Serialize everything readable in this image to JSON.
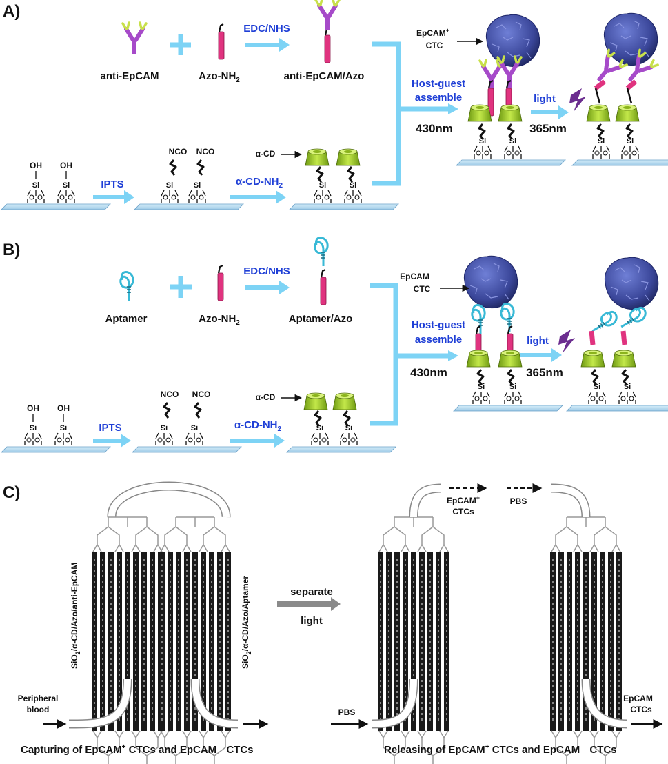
{
  "panels": [
    {
      "tag": "A)",
      "ligand": "anti-EpCAM",
      "linker": "Azo-NH",
      "coupling": "EDC/NHS",
      "conjugate": "anti-EpCAM/Azo",
      "cell_label_1": "EpCAM",
      "cell_sign": "+",
      "cell_label_2": "CTC"
    },
    {
      "tag": "B)",
      "ligand": "Aptamer",
      "linker": "Azo-NH",
      "coupling": "EDC/NHS",
      "conjugate": "Aptamer/Azo",
      "cell_label_1": "EpCAM",
      "cell_sign": "—",
      "cell_label_2": "CTC"
    }
  ],
  "shared": {
    "subscript_2": "2",
    "surface_oh": "OH",
    "silicon": "Si",
    "ipts": "IPTS",
    "nco": "NCO",
    "cd_reagent": "α-CD-NH",
    "cd_label": "α-CD",
    "host_guest_1": "Host-guest",
    "host_guest_2": "assemble",
    "wavelength_assemble": "430nm",
    "light": "light",
    "wavelength_release": "365nm",
    "silanol_foot": "O O O"
  },
  "panel_c": {
    "tag": "C)",
    "chip1_label_pre": "SiO",
    "chip1_label_post": "/α-CD/Azo/anti-EpCAM",
    "chip2_label_pre": "SiO",
    "chip2_label_post": "/α-CD/Azo/Aptamer",
    "inlet_1": "Peripheral",
    "inlet_2": "blood",
    "separate": "separate",
    "light": "light",
    "out_pos_1": "EpCAM",
    "out_pos_sign": "+",
    "out_pos_2": "CTCs",
    "pbs_top": "PBS",
    "pbs_inlet": "PBS",
    "out_neg_1": "EpCAM",
    "out_neg_sign": "—",
    "out_neg_2": "CTCs",
    "caption_capture_a": "Capturing  of EpCAM",
    "caption_capture_b": "+",
    "caption_capture_c": " CTCs and EpCAM",
    "caption_capture_d": "—",
    "caption_capture_e": " CTCs",
    "caption_release_a": "Releasing of EpCAM",
    "caption_release_b": "+",
    "caption_release_c": " CTCs and EpCAM",
    "caption_release_d": "—",
    "caption_release_e": " CTCs"
  },
  "colors": {
    "arrow": "#7dd3f5",
    "antibody": "#a64ac9",
    "antibody_tip": "#c8e04a",
    "azo": "#e0337f",
    "cyclodextrin": "#a5d22d",
    "cell": "#3c4aa6",
    "aptamer": "#38b9d6",
    "substrate": "#bfe2f3",
    "flash": "#6b2d8f",
    "label_blue": "#1f3fd6",
    "gray_arrow": "#8a8a8a"
  }
}
